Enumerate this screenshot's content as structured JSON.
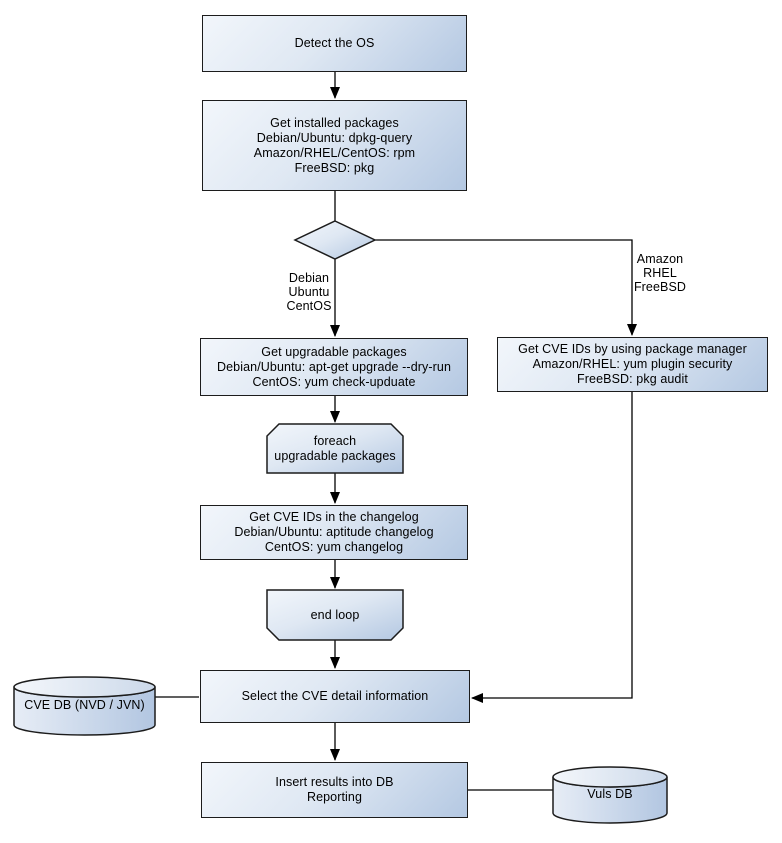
{
  "nodes": {
    "detect_os": "Detect the OS",
    "get_installed": "Get installed packages\nDebian/Ubuntu: dpkg-query\nAmazon/RHEL/CentOS: rpm\nFreeBSD: pkg",
    "get_upgradable": "Get upgradable packages\nDebian/Ubuntu: apt-get upgrade --dry-run\nCentOS: yum check-upduate",
    "get_cve_pkg_mgr": "Get CVE IDs by using package manager\nAmazon/RHEL: yum plugin security\nFreeBSD: pkg audit",
    "foreach_loop": "foreach\nupgradable packages",
    "get_cve_changelog": "Get CVE IDs in the changelog\nDebian/Ubuntu: aptitude changelog\nCentOS: yum changelog",
    "end_loop": "end loop",
    "select_cve": "Select the CVE detail information",
    "insert_results": "Insert results into DB\nReporting",
    "cve_db": "CVE DB (NVD / JVN)",
    "vuls_db": "Vuls DB"
  },
  "edge_labels": {
    "left_branch": "Debian\nUbuntu\nCentOS",
    "right_branch": "Amazon\nRHEL\nFreeBSD"
  },
  "colors": {
    "node_fill_light": "#f2f6fb",
    "node_fill_dark": "#b4c8e2",
    "node_border": "#1c1c1c",
    "connector": "#000000",
    "text": "#000000",
    "background": "#ffffff"
  }
}
